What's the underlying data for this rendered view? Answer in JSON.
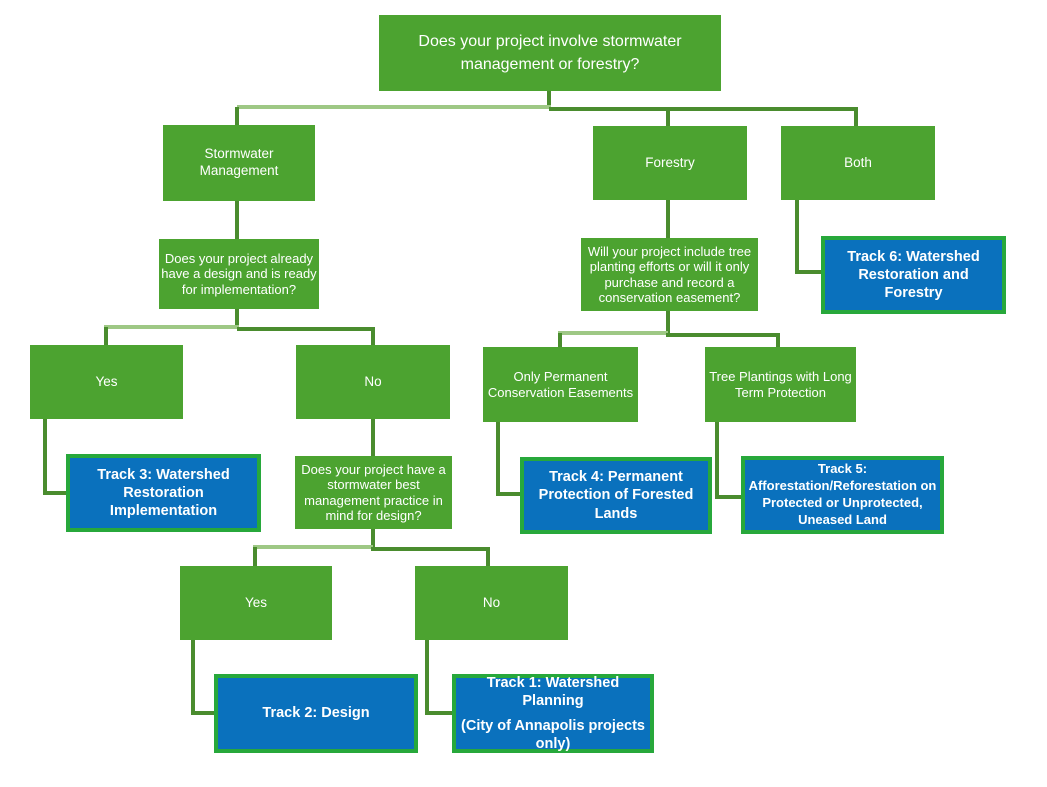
{
  "colors": {
    "node_green": "#4ca330",
    "track_blue": "#0a71bd",
    "track_border_green": "#27a83b",
    "connector_green": "#4a8c2e",
    "connector_light_green": "#9ec885",
    "text_white": "#ffffff"
  },
  "flowchart": {
    "root": {
      "label": "Does your project involve stormwater management or forestry?"
    },
    "branches": {
      "stormwater": {
        "label": "Stormwater Management"
      },
      "forestry": {
        "label": "Forestry"
      },
      "both": {
        "label": "Both"
      }
    },
    "stormwater_question": {
      "label": "Does your project already have a design and is ready for implementation?"
    },
    "stormwater_yes": {
      "label": "Yes"
    },
    "stormwater_no": {
      "label": "No"
    },
    "bmp_question": {
      "label": "Does your project have a stormwater best management practice in mind for design?"
    },
    "bmp_yes": {
      "label": "Yes"
    },
    "bmp_no": {
      "label": "No"
    },
    "forestry_question": {
      "label": "Will your project include tree planting efforts or will it only purchase and record a conservation easement?"
    },
    "easements_option": {
      "label": "Only  Permanent Conservation Easements"
    },
    "plantings_option": {
      "label": "Tree Plantings with Long Term Protection"
    },
    "track1": {
      "line1": "Track 1: Watershed Planning",
      "line2": "(City of Annapolis projects only)"
    },
    "track2": {
      "label": "Track 2: Design"
    },
    "track3": {
      "label": "Track 3: Watershed Restoration Implementation"
    },
    "track4": {
      "label": "Track 4: Permanent Protection of Forested Lands"
    },
    "track5": {
      "label": "Track 5: Afforestation/Reforestation on Protected or Unprotected, Uneased Land"
    },
    "track6": {
      "label": "Track 6: Watershed Restoration and Forestry"
    }
  }
}
